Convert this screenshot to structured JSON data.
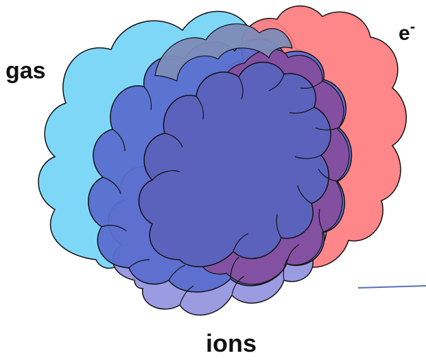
{
  "labels": {
    "gas": "gas",
    "electrons": "e",
    "electrons_superscript": "-",
    "ions": "ions"
  },
  "colors": {
    "gas": "#7FD7F7",
    "electrons": "#FF7C7F",
    "ions": "#5A6ECF",
    "ions_lower": "#9B9BE2",
    "outline": "#111111",
    "line": "#5570B8"
  }
}
